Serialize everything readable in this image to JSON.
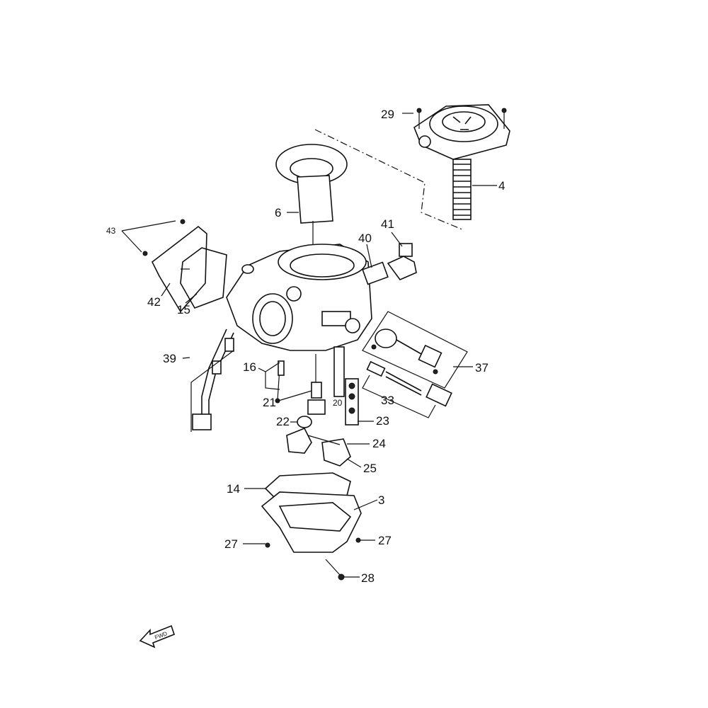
{
  "diagram": {
    "type": "exploded parts diagram",
    "labels": {
      "p29": "29",
      "p4": "4",
      "p6": "6",
      "p41": "41",
      "p40": "40",
      "p43": "43",
      "p42": "42",
      "p15": "15",
      "p39": "39",
      "p16": "16",
      "p21": "21",
      "p20": "20",
      "p23": "23",
      "p37": "37",
      "p33": "33",
      "p22": "22",
      "p24": "24",
      "p25": "25",
      "p14": "14",
      "p3": "3",
      "p27a": "27",
      "p27b": "27",
      "p28": "28"
    },
    "direction_arrow": "FWD"
  }
}
